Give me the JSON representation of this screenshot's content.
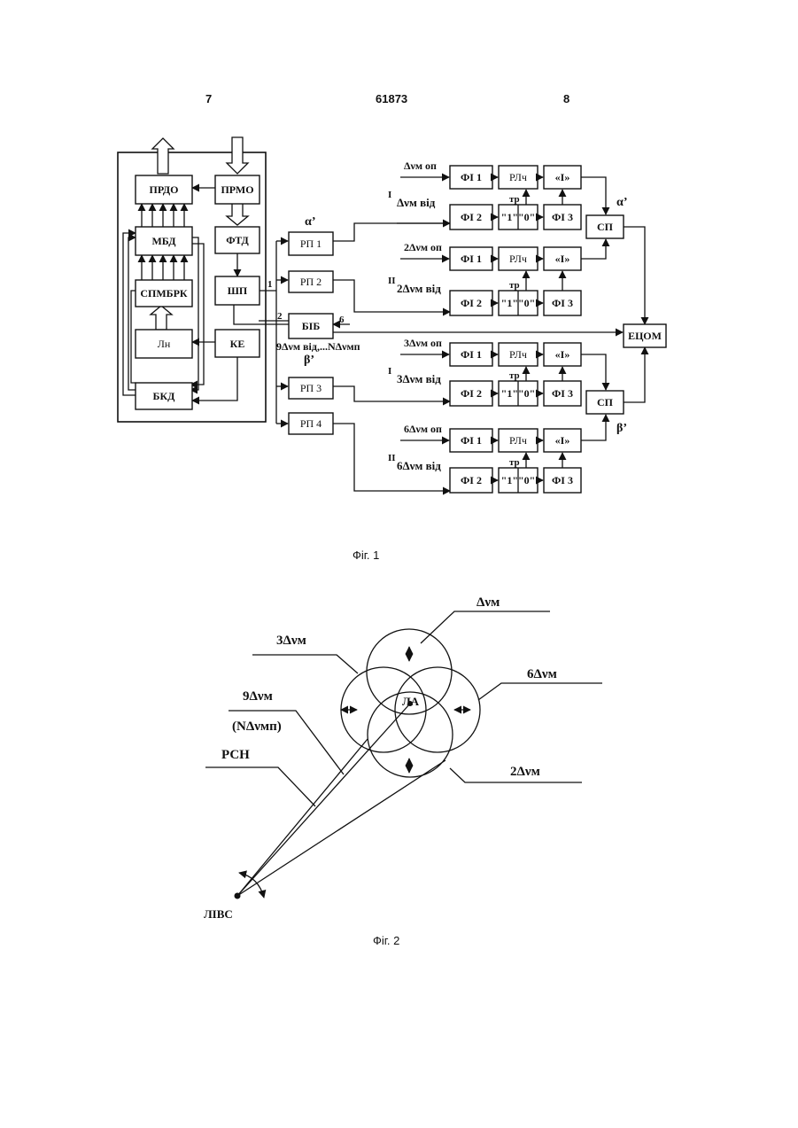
{
  "header": {
    "left_page": "7",
    "patent_number": "61873",
    "right_page": "8"
  },
  "fig1": {
    "caption": "Фіг. 1",
    "blocks": {
      "prdo": "ПРДО",
      "prmo": "ПРМО",
      "mbd": "МБД",
      "ftd": "ФТД",
      "spmbrk": "СПМБРК",
      "shp": "ШП",
      "ln": "Лн",
      "ke": "КЕ",
      "bkd": "БКД",
      "bib": "БІБ",
      "ecom": "ЕЦОМ",
      "rp1": "РП 1",
      "rp2": "РП 2",
      "rp3": "РП 3",
      "rp4": "РП 4"
    },
    "labels": {
      "port1": "1",
      "port2": "2",
      "port6": "6",
      "alpha": "α’",
      "beta": "β’",
      "dnu_list": "9Δνм від,...NΔνмп",
      "roman_i": "І",
      "roman_ii": "ІІ",
      "tr": "тр"
    },
    "channels": [
      {
        "op": "Δνм оп",
        "vid": "Δνм від"
      },
      {
        "op": "2Δνм оп",
        "vid": "2Δνм від"
      },
      {
        "op": "3Δνм оп",
        "vid": "3Δνм від"
      },
      {
        "op": "6Δνм оп",
        "vid": "6Δνм від"
      }
    ],
    "chain": {
      "fi1": "ФІ 1",
      "fi2": "ФІ 2",
      "fi3": "ФІ 3",
      "rlch": "РЛч",
      "one_zero": "\"1\"\"0\"",
      "integrator": "«І»",
      "sp": "СП"
    }
  },
  "fig2": {
    "caption": "Фіг. 2",
    "labels": {
      "dnu": "Δνм",
      "three_dnu": "3Δνм",
      "six_dnu": "6Δνм",
      "two_dnu": "2Δνм",
      "nine_dnu": "9Δνм",
      "n_dnu": "(NΔνмп)",
      "rsn": "РСН",
      "la": "ЛА",
      "livs": "ЛІВС"
    }
  }
}
